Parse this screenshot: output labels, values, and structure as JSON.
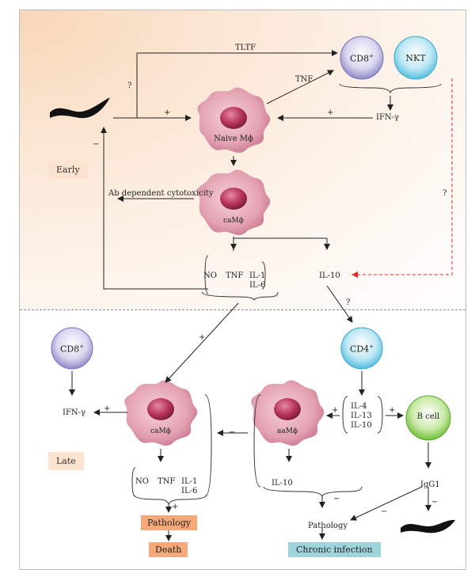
{
  "nodes": {
    "cd8_top": "CD8",
    "cd8_sup": "+",
    "nkt": "NKT",
    "naive_mphi": "Naive Mϕ",
    "camphi_top": "caMϕ",
    "cd8_bottom": "CD8",
    "cd8_bottom_sup": "+",
    "cd4": "CD4",
    "cd4_sup": "+",
    "camphi_bottom": "caMϕ",
    "aamphi": "aaMϕ",
    "bcell": "B cell"
  },
  "labels": {
    "tltf": "TLTF",
    "tnf_top": "TNF",
    "ifn_top": "IFN-γ",
    "q1": "?",
    "q2": "?",
    "q3": "?",
    "plus1": "+",
    "plus2": "+",
    "minus1": "−",
    "ab_cytotox": "Ab dependent cytotoxicity",
    "no_top": "NO",
    "tnf_mid": "TNF",
    "il1_top": "IL-1",
    "il6_top": "IL-6",
    "il10_top": "IL-10",
    "plus_mid": "+",
    "ifn_bottom": "IFN-γ",
    "plus_ifn": "+",
    "minus_mid": "−",
    "no_bottom": "NO",
    "tnf_bottom": "TNF",
    "il1_bottom": "IL-1",
    "il6_bottom": "IL-6",
    "plus_patho": "+",
    "il4": "IL-4",
    "il13": "IL-13",
    "il10_mid": "IL-10",
    "plus_aa": "+",
    "plus_b": "+",
    "il10_bottom": "IL-10",
    "igg1": "IgG1",
    "pathology_right": "Pathology",
    "minus_patho": "−",
    "minus_igg": "−",
    "minus_igg2": "−"
  },
  "tags": {
    "early": "Early",
    "late": "Late",
    "pathology": "Pathology",
    "death": "Death",
    "chronic": "Chronic infection"
  },
  "colors": {
    "cd8": "#c9c6e6",
    "nkt": "#a8dff0",
    "cd4": "#a8dff0",
    "bcell": "#b6e08a",
    "macrophage": "#e8a6b6",
    "nucleus": "#b8365a",
    "question_arrow": "#e0282a",
    "pathology_tag": "#f5a878",
    "chronic_tag": "#9fd4dc"
  }
}
